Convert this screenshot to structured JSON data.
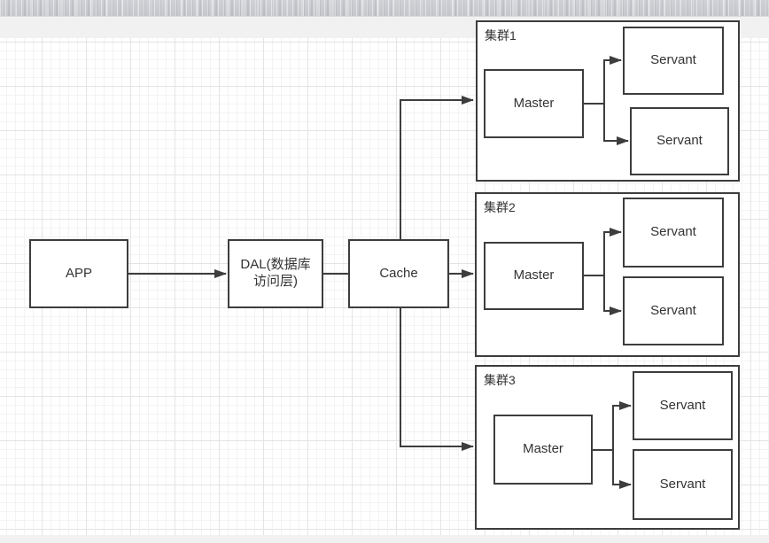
{
  "colors": {
    "stroke": "#3d3d3d",
    "text": "#333333",
    "shape_fill": "#ffffff",
    "offpage_background": "#f1f1f2",
    "grid_minor": "#f2f3f4",
    "grid_major": "#e3e4e6"
  },
  "nodes": {
    "app": {
      "label": "APP"
    },
    "dal": {
      "label": "DAL(数据库访问层)"
    },
    "cache": {
      "label": "Cache"
    }
  },
  "clusters": [
    {
      "label": "集群1",
      "master_label": "Master",
      "servant_labels": [
        "Servant",
        "Servant"
      ]
    },
    {
      "label": "集群2",
      "master_label": "Master",
      "servant_labels": [
        "Servant",
        "Servant"
      ]
    },
    {
      "label": "集群3",
      "master_label": "Master",
      "servant_labels": [
        "Servant",
        "Servant"
      ]
    }
  ],
  "edges": [
    {
      "from": "app",
      "to": "dal",
      "arrow": true
    },
    {
      "from": "dal",
      "to": "cache",
      "arrow": false
    },
    {
      "from": "cache",
      "to": "cluster1",
      "arrow": true
    },
    {
      "from": "cache",
      "to": "cluster2",
      "arrow": true
    },
    {
      "from": "cache",
      "to": "cluster3",
      "arrow": true
    },
    {
      "from": "cluster1-master",
      "to": "cluster1-servant1",
      "arrow": true
    },
    {
      "from": "cluster1-master",
      "to": "cluster1-servant2",
      "arrow": true
    },
    {
      "from": "cluster2-master",
      "to": "cluster2-servant1",
      "arrow": true
    },
    {
      "from": "cluster2-master",
      "to": "cluster2-servant2",
      "arrow": true
    },
    {
      "from": "cluster3-master",
      "to": "cluster3-servant1",
      "arrow": true
    },
    {
      "from": "cluster3-master",
      "to": "cluster3-servant2",
      "arrow": true
    }
  ]
}
